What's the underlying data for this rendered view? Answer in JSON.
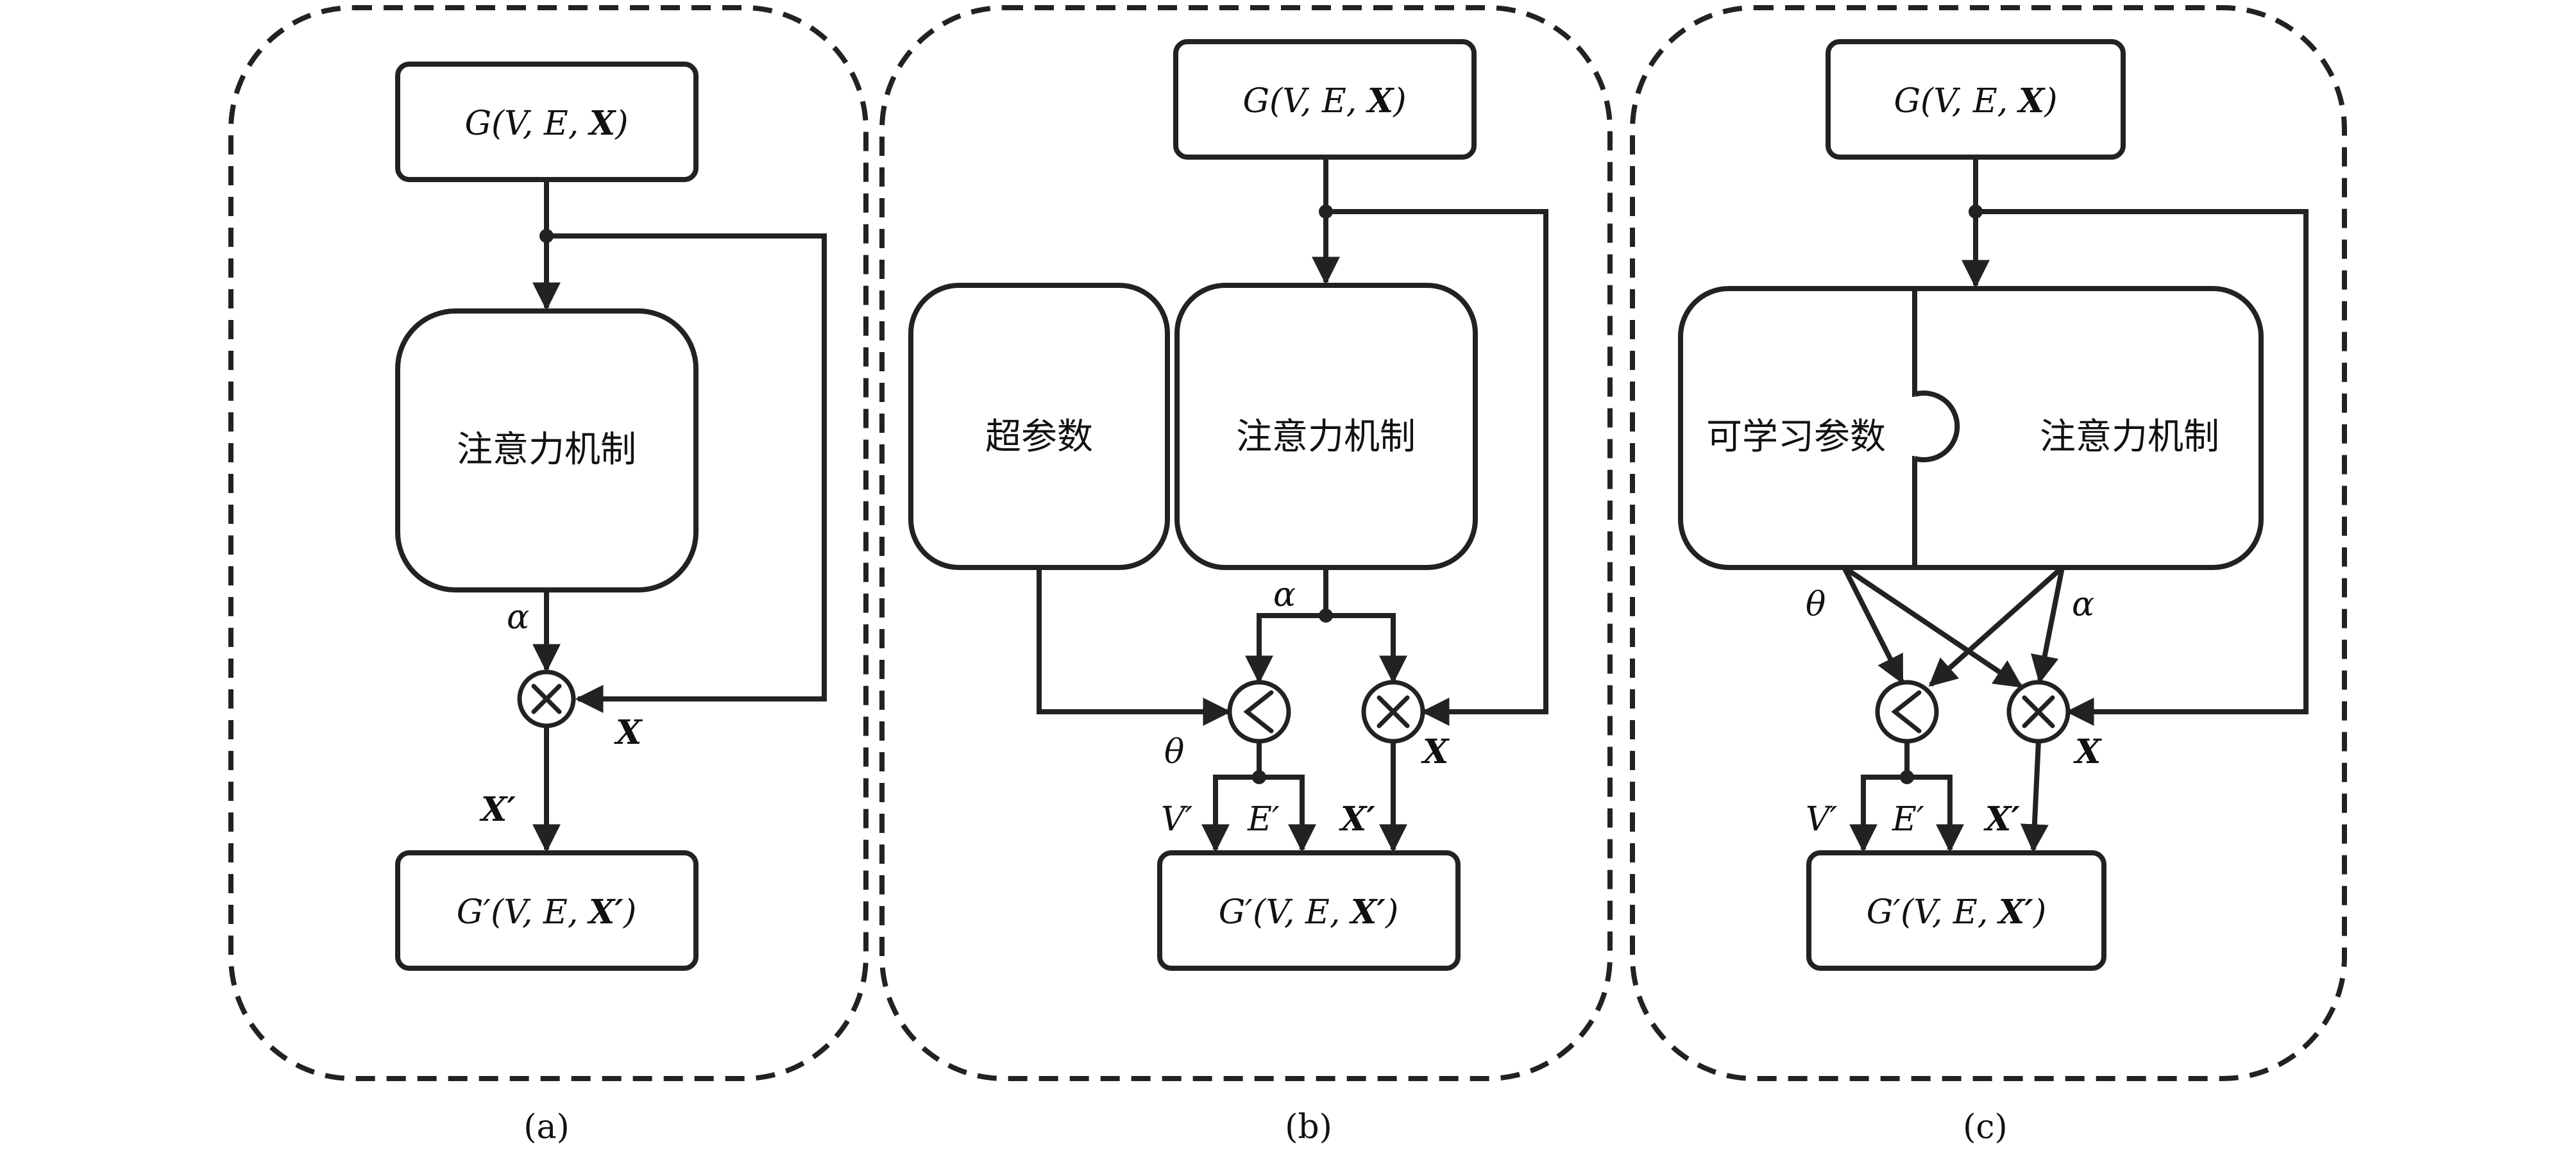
{
  "panels": {
    "a": {
      "caption": "(a)",
      "input": {
        "prefix": "G(V, E, ",
        "bold": "X",
        "suffix": ")"
      },
      "attention": "注意力机制",
      "alpha": "α",
      "x_label": "X",
      "x_prime_label": "X′",
      "output": {
        "prefix": "G′(V, E, ",
        "bold": "X′",
        "suffix": ")"
      }
    },
    "b": {
      "caption": "(b)",
      "input": {
        "prefix": "G(V, E, ",
        "bold": "X",
        "suffix": ")"
      },
      "hyper": "超参数",
      "attention": "注意力机制",
      "alpha": "α",
      "theta": "θ",
      "x_label": "X",
      "v_prime": "V′",
      "e_prime": "E′",
      "x_prime_label": "X′",
      "output": {
        "prefix": "G′(V, E, ",
        "bold": "X′",
        "suffix": ")"
      }
    },
    "c": {
      "caption": "(c)",
      "input": {
        "prefix": "G(V, E, ",
        "bold": "X",
        "suffix": ")"
      },
      "learnable": "可学习参数",
      "attention": "注意力机制",
      "alpha": "α",
      "theta": "θ",
      "x_label": "X",
      "v_prime": "V′",
      "e_prime": "E′",
      "x_prime_label": "X′",
      "output": {
        "prefix": "G′(V, E, ",
        "bold": "X′",
        "suffix": ")"
      }
    }
  }
}
